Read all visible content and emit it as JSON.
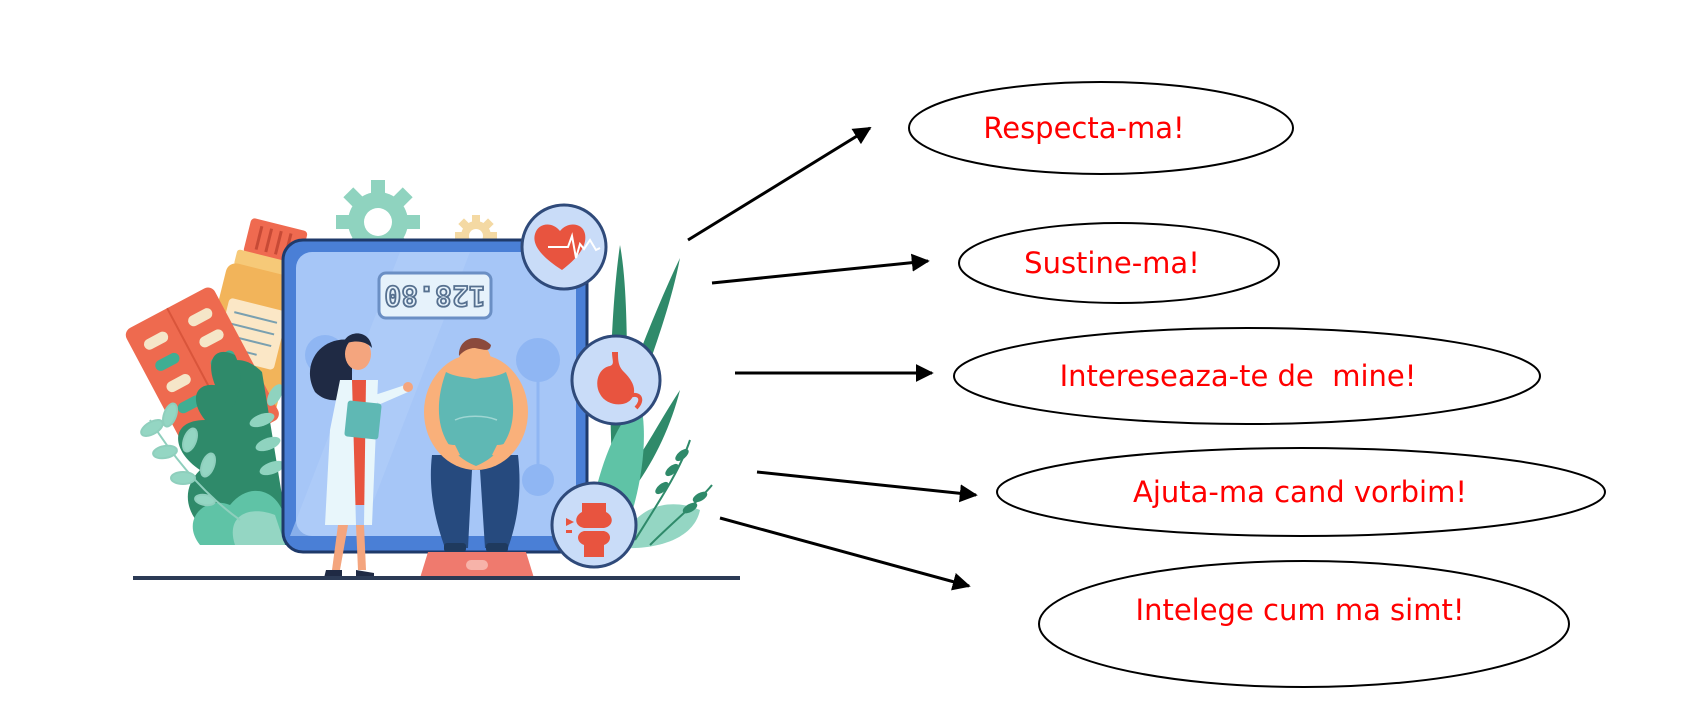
{
  "illustration": {
    "description": "Doctor next to an overweight patient standing on a bathroom scale",
    "scale_reading": "128.80",
    "icons": [
      "heart-pulse-icon",
      "stomach-icon",
      "knee-joint-icon"
    ]
  },
  "bubbles": [
    {
      "text": "Respecta-ma!"
    },
    {
      "text": "Sustine-ma!"
    },
    {
      "text": "Intereseaza-te de  mine!"
    },
    {
      "text": "Ajuta-ma cand vorbim!"
    },
    {
      "text": "Intelege cum ma simt!"
    }
  ],
  "colors": {
    "bubble_text": "#ff0000",
    "bubble_stroke": "#000000",
    "arrow": "#000000",
    "scale_frame": "#4a7fd6",
    "scale_face": "#a6c6f7",
    "scale_border": "#1f3a6a",
    "leaf_dark": "#2f8a6a",
    "leaf_light": "#5fc3a6",
    "leaf_pale": "#94d6c3",
    "accent_red": "#e8543f"
  }
}
